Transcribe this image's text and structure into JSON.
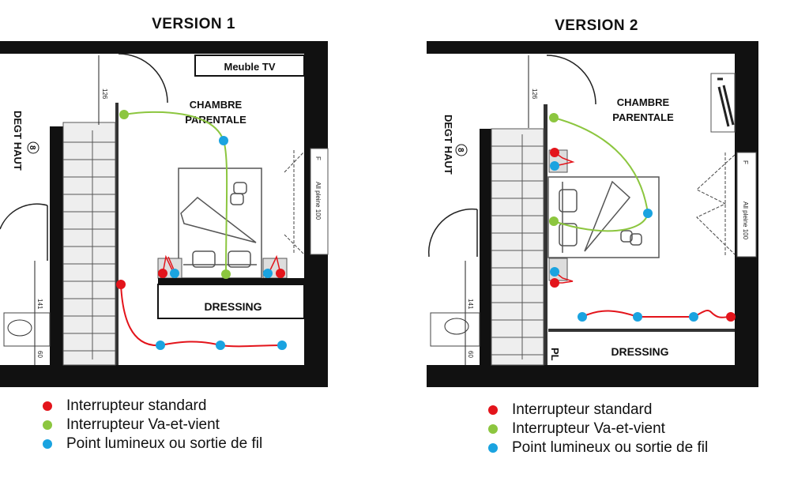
{
  "versions": [
    {
      "title": "VERSION 1",
      "room_label_line1": "CHAMBRE",
      "room_label_line2": "PARENTALE",
      "dressing_label": "DRESSING",
      "furniture_label": "Meuble TV",
      "hall_label": "DEGT HAUT",
      "hall_number": "8",
      "dim_top": "126",
      "dim_left": "141",
      "dim_bottom": "60",
      "window_label": "All pleine 100",
      "window_mark": "F"
    },
    {
      "title": "VERSION 2",
      "room_label_line1": "CHAMBRE",
      "room_label_line2": "PARENTALE",
      "dressing_label": "DRESSING",
      "closet_label": "PL",
      "hall_label": "DEGT HAUT",
      "hall_number": "8",
      "dim_top": "126",
      "dim_left": "141",
      "dim_bottom": "60",
      "window_label": "All pleine 100",
      "window_mark": "F"
    }
  ],
  "legend": [
    {
      "label": "Interrupteur standard",
      "color": "#e3141b"
    },
    {
      "label": "Interrupteur Va-et-vient",
      "color": "#8cc63f"
    },
    {
      "label": "Point lumineux ou sortie de fil",
      "color": "#1aa3e0"
    }
  ],
  "colors": {
    "wall": "#111111",
    "standard": "#e3141b",
    "two_way": "#8cc63f",
    "light": "#1aa3e0"
  }
}
